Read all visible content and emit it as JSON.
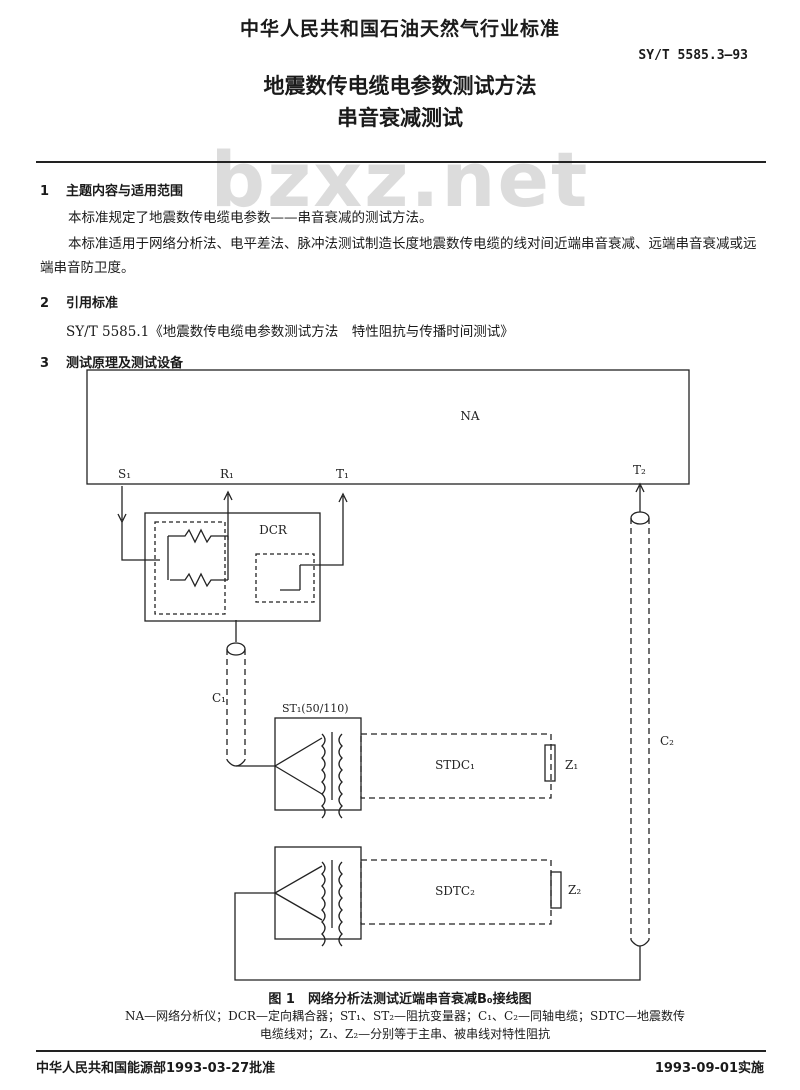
{
  "header": {
    "organization": "中华人民共和国石油天然气行业标准",
    "code": "SY/T 5585.3—93",
    "title_line1": "地震数传电缆电参数测试方法",
    "title_line2": "串音衰减测试",
    "watermark": "bzxz.net"
  },
  "sections": [
    {
      "number": "1",
      "heading": "主题内容与适用范围",
      "paragraphs": [
        "本标准规定了地震数传电缆电参数——串音衰减的测试方法。",
        "本标准适用于网络分析法、电平差法、脉冲法测试制造长度地震数传电缆的线对间近端串音衰减、远端串音衰减或远端串音防卫度。"
      ]
    },
    {
      "number": "2",
      "heading": "引用标准",
      "reference": "SY/T 5585.1《地震数传电缆电参数测试方法　特性阻抗与传播时间测试》"
    },
    {
      "number": "3",
      "heading": "测试原理及测试设备"
    }
  ],
  "diagram": {
    "na_label": "NA",
    "s1": "S₁",
    "r1": "R₁",
    "t1": "T₁",
    "t2": "T₂",
    "dcr": "DCR",
    "c1": "C₁",
    "c2": "C₂",
    "st1": "ST₁(50/110)",
    "stdc": "STDC₁",
    "sdtc2": "SDTC₂",
    "z1": "Z₁",
    "z2": "Z₂"
  },
  "figure": {
    "caption": "图 1　网络分析法测试近端串音衰减B₀接线图",
    "legend_line1": "NA—网络分析仪；DCR—定向耦合器；ST₁、ST₂—阻抗变量器；C₁、C₂—同轴电缆；SDTC—地震数传",
    "legend_line2": "电缆线对；Z₁、Z₂—分别等于主串、被串线对特性阻抗"
  },
  "footer": {
    "approval": "中华人民共和国能源部1993-03-27批准",
    "effective": "1993-09-01实施"
  }
}
